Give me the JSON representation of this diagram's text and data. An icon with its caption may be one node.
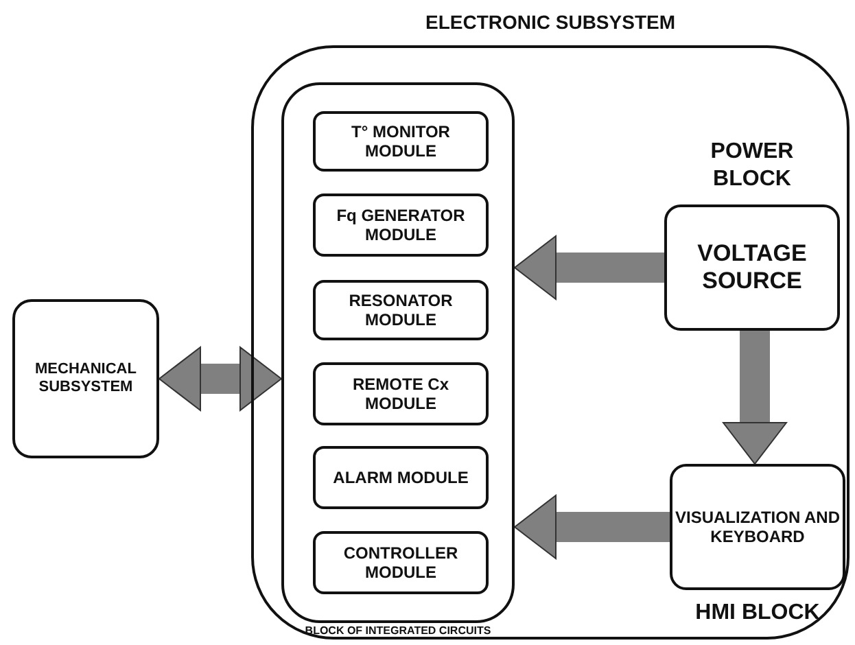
{
  "diagram": {
    "nodes": [
      {
        "text": [
          "ELECTRONIC SUBSYSTEM"
        ]
      },
      {
        "text": [
          "BLOCK OF INTEGRATED CIRCUITS"
        ],
        "in": 0
      },
      {
        "text": [
          "T° MONITOR MODULE"
        ],
        "in": 1
      },
      {
        "text": [
          "Fq GENERATOR MODULE"
        ],
        "in": 1
      },
      {
        "text": [
          "RESONATOR MODULE"
        ],
        "in": 1
      },
      {
        "text": [
          "REMOTE Cx MODULE"
        ],
        "in": 1
      },
      {
        "text": [
          "ALARM MODULE"
        ],
        "in": 1
      },
      {
        "text": [
          "CONTROLLER MODULE"
        ],
        "in": 1
      },
      {
        "text": [
          "POWER BLOCK",
          "VOLTAGE SOURCE"
        ],
        "in": 0
      },
      {
        "text": [
          "VISUALIZATION AND KEYBOARD",
          "HMI BLOCK"
        ],
        "in": 0
      },
      {
        "text": [
          "MECHANICAL SUBSYSTEM"
        ]
      }
    ],
    "edges": [
      {
        "from": 8,
        "to": 1,
        "arrow": "to"
      },
      {
        "from": 8,
        "to": 9,
        "arrow": "to"
      },
      {
        "from": 9,
        "to": 1,
        "arrow": "to"
      },
      {
        "from": 10,
        "to": 1,
        "arrow": "both"
      }
    ]
  }
}
